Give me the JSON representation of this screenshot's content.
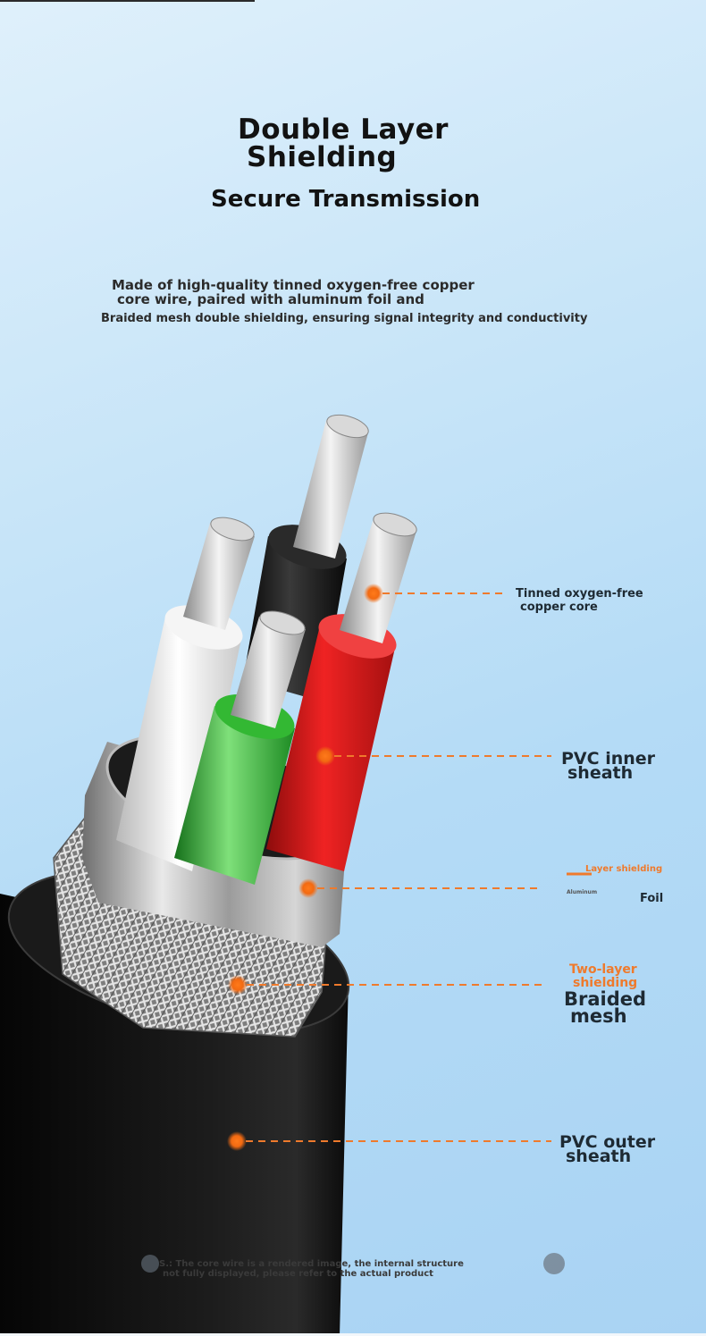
{
  "header": {
    "title_line1": "Double Layer",
    "title_line2": "Shielding",
    "subtitle": "Secure Transmission",
    "desc_line1": "Made of high-quality tinned oxygen-free copper",
    "desc_line2": "core wire, paired with aluminum foil and",
    "desc_line3": "Braided mesh double shielding, ensuring signal integrity and conductivity"
  },
  "labels": {
    "copper_line1": "Tinned oxygen-free",
    "copper_line2": "copper core",
    "inner_line1": "PVC inner",
    "inner_line2": "sheath",
    "foil_top": "Layer shielding",
    "foil_small": "Aluminum",
    "foil_right": "Foil",
    "braid_line1": "Two-layer",
    "braid_line2": "shielding",
    "braid_line3": "Braided",
    "braid_line4": "mesh",
    "outer_line1": "PVC outer",
    "outer_line2": "sheath"
  },
  "note": {
    "line1": "S.: The core wire is a rendered image, the internal structure",
    "line2": "not fully displayed, please refer to the actual product"
  },
  "colors": {
    "accent": "#ef7a2c",
    "wire_red": "#e02121",
    "wire_green": "#2bb02b",
    "wire_white": "#efefef",
    "wire_black": "#1a1a1a"
  }
}
